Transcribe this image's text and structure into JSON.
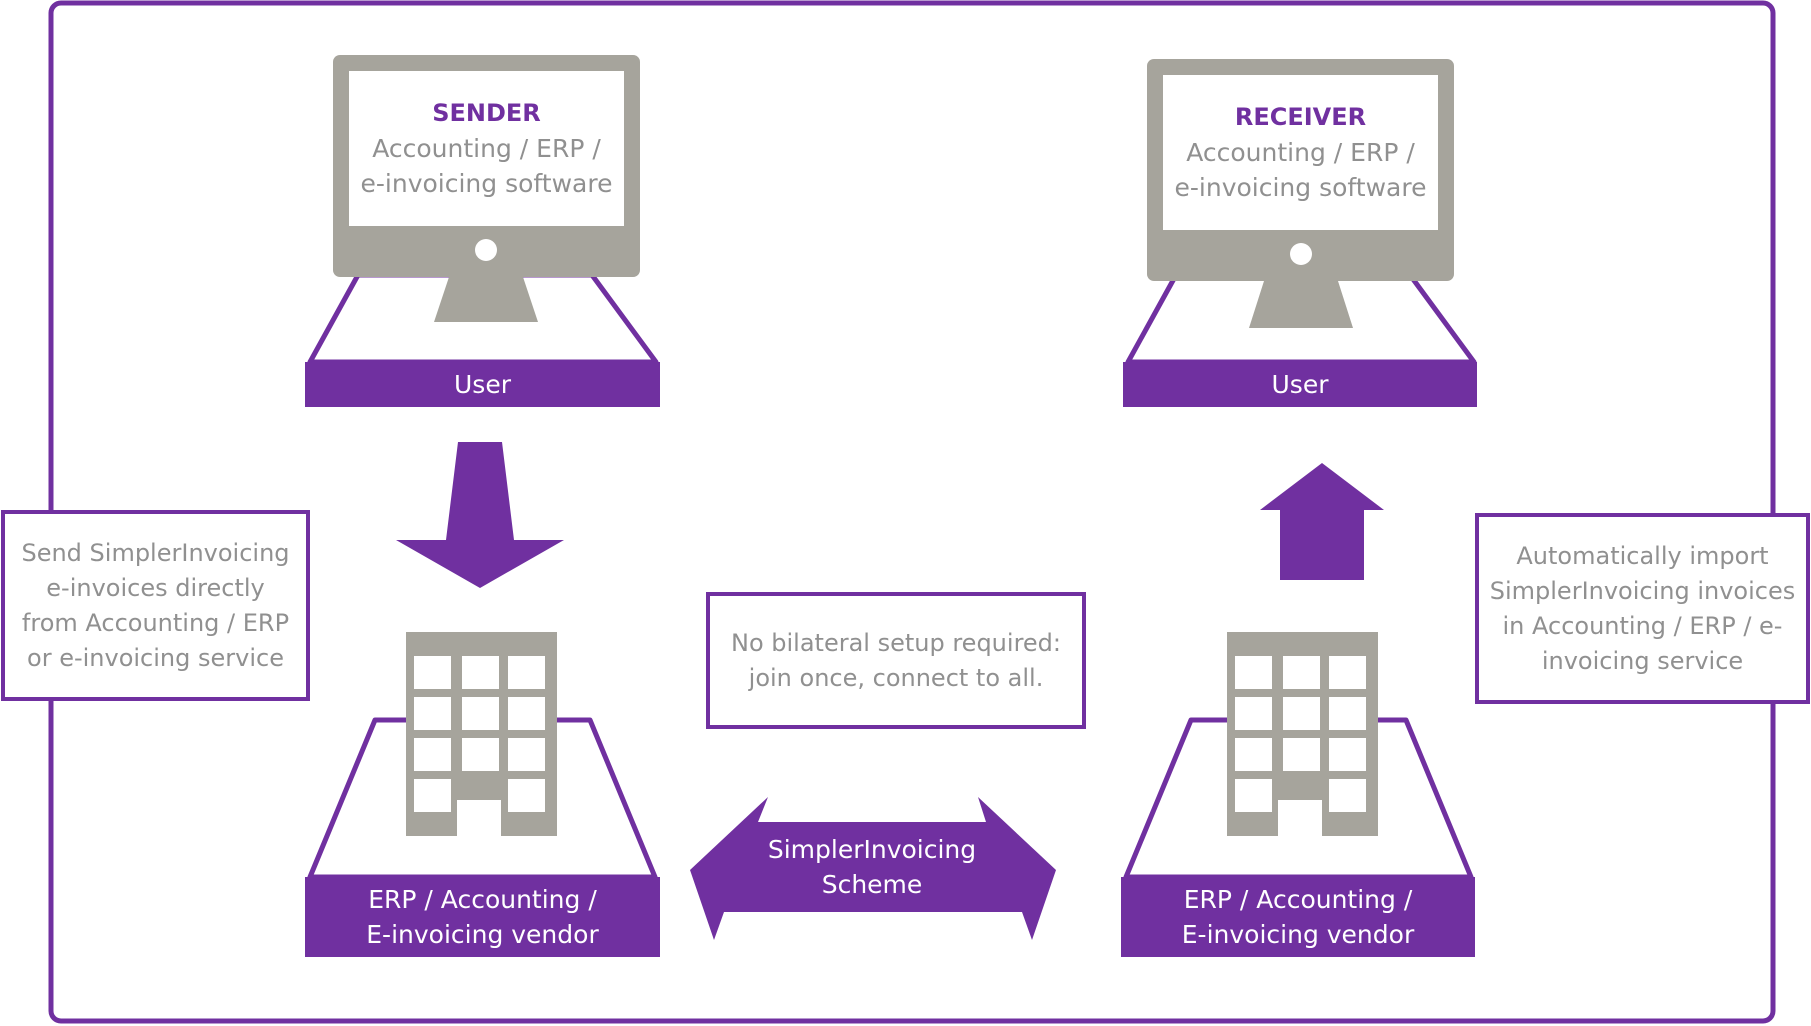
{
  "colors": {
    "accent": "#7030a0",
    "device_gray": "#a6a49c",
    "text_gray": "#909090",
    "background": "#ffffff"
  },
  "sender": {
    "role": "SENDER",
    "software_line1": "Accounting / ERP /",
    "software_line2": "e-invoicing software",
    "user_label": "User",
    "vendor_line1": "ERP / Accounting /",
    "vendor_line2": "E-invoicing vendor",
    "note_lines": [
      "Send SimplerInvoicing",
      "e-invoices directly",
      "from Accounting / ERP",
      "or e-invoicing service"
    ]
  },
  "receiver": {
    "role": "RECEIVER",
    "software_line1": "Accounting / ERP /",
    "software_line2": "e-invoicing software",
    "user_label": "User",
    "vendor_line1": "ERP / Accounting /",
    "vendor_line2": "E-invoicing vendor",
    "note_lines": [
      "Automatically import",
      "SimplerInvoicing invoices",
      "in Accounting / ERP / e-",
      "invoicing service"
    ]
  },
  "center": {
    "note_line1": "No bilateral setup required:",
    "note_line2": "join once, connect to all.",
    "scheme_line1": "SimplerInvoicing",
    "scheme_line2": "Scheme"
  },
  "icons": {
    "sender_device": "monitor-icon",
    "receiver_device": "monitor-icon",
    "sender_vendor": "office-building-icon",
    "receiver_vendor": "office-building-icon",
    "send_flow": "arrow-down-icon",
    "receive_flow": "arrow-up-icon",
    "exchange": "double-arrow-icon"
  }
}
